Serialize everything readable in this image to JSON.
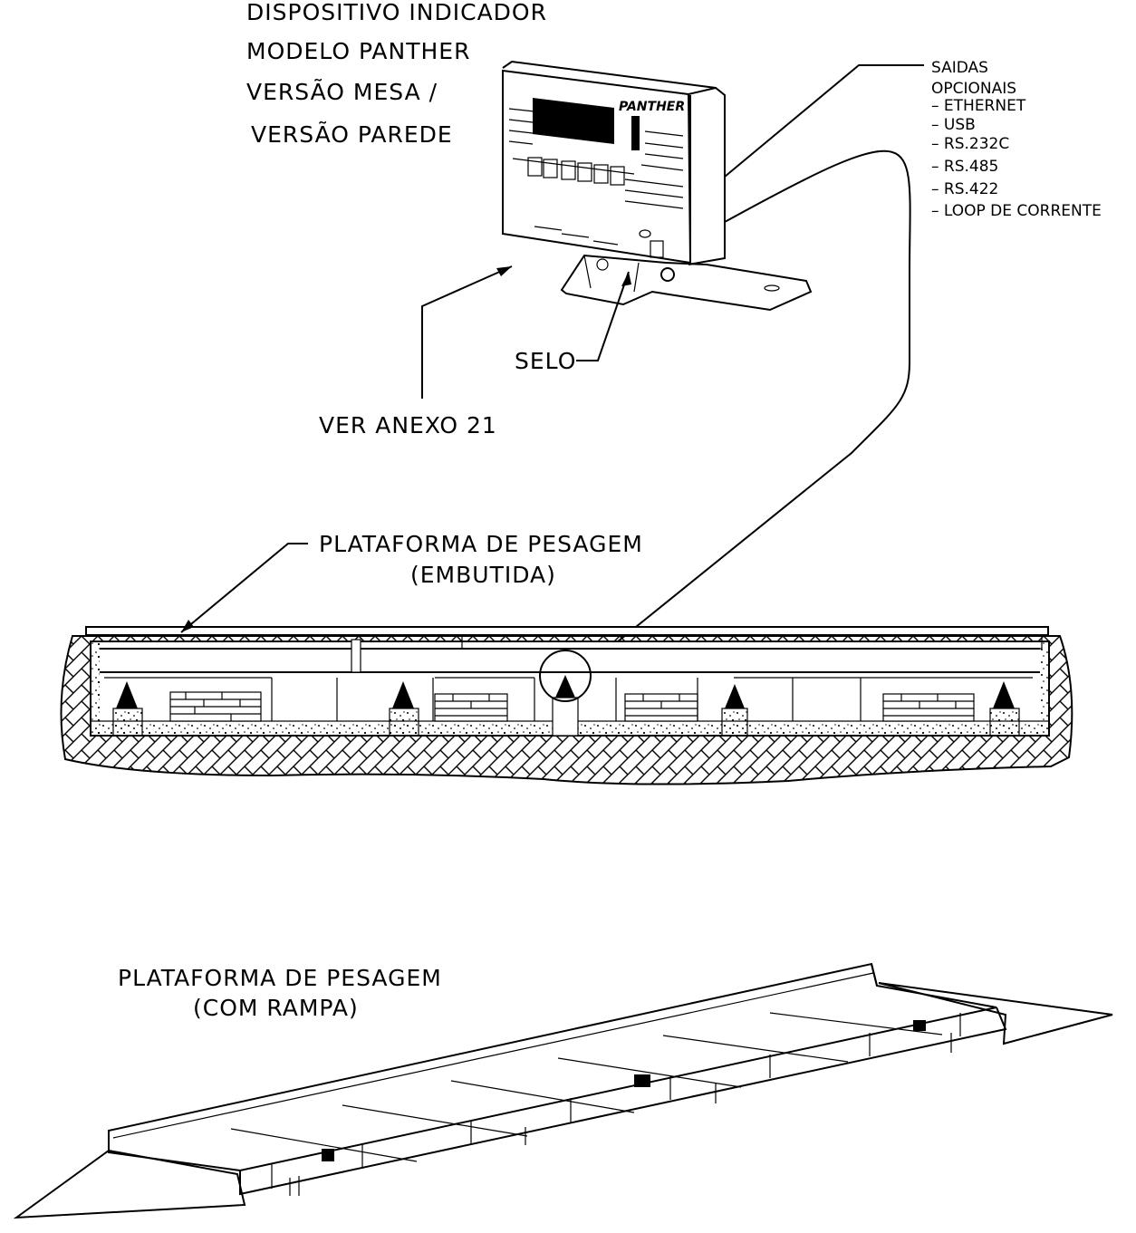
{
  "indicator": {
    "title_lines": [
      "DISPOSITIVO INDICADOR",
      "MODELO PANTHER",
      "VERSÃO MESA /",
      "VERSÃO PAREDE"
    ],
    "brand": "PANTHER"
  },
  "outputs": {
    "heading_lines": [
      "SAIDAS",
      "OPCIONAIS"
    ],
    "items": [
      "– ETHERNET",
      "– USB",
      "– RS.232C",
      "– RS.485",
      "– RS.422",
      "– LOOP DE CORRENTE"
    ]
  },
  "callouts": {
    "seal": "SELO",
    "annex": "VER ANEXO 21"
  },
  "platform_embedded": {
    "title": "PLATAFORMA DE PESAGEM",
    "subtitle": "(EMBUTIDA)"
  },
  "platform_ramp": {
    "title": "PLATAFORMA DE PESAGEM",
    "subtitle": "(COM RAMPA)"
  }
}
